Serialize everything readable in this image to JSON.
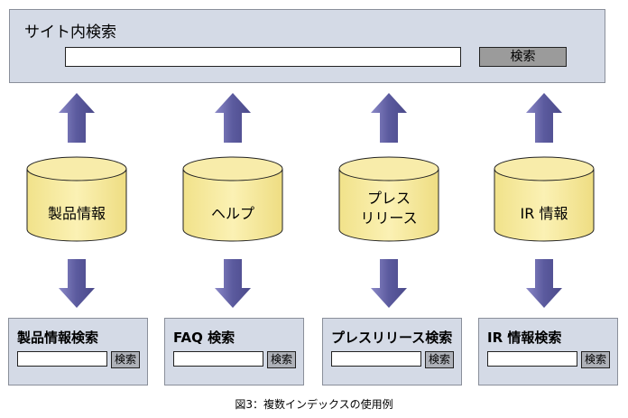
{
  "site_search": {
    "title": "サイト内検索",
    "input_value": "",
    "button_label": "検索"
  },
  "databases": [
    {
      "line1": "製品情報",
      "line2": ""
    },
    {
      "line1": "ヘルプ",
      "line2": ""
    },
    {
      "line1": "プレス",
      "line2": "リリース"
    },
    {
      "line1": "IR 情報",
      "line2": ""
    }
  ],
  "indexes": [
    {
      "title": "製品情報検索",
      "input_value": "",
      "button_label": "検索"
    },
    {
      "title": "FAQ 検索",
      "input_value": "",
      "button_label": "検索"
    },
    {
      "title": "プレスリリース検索",
      "input_value": "",
      "button_label": "検索"
    },
    {
      "title": "IR 情報検索",
      "input_value": "",
      "button_label": "検索"
    }
  ],
  "caption": "図3：複数インデックスの使用例",
  "colors": {
    "panel": "#d4dae6",
    "cylinder": "#f4e79b",
    "arrow": "#5b5a9e"
  }
}
